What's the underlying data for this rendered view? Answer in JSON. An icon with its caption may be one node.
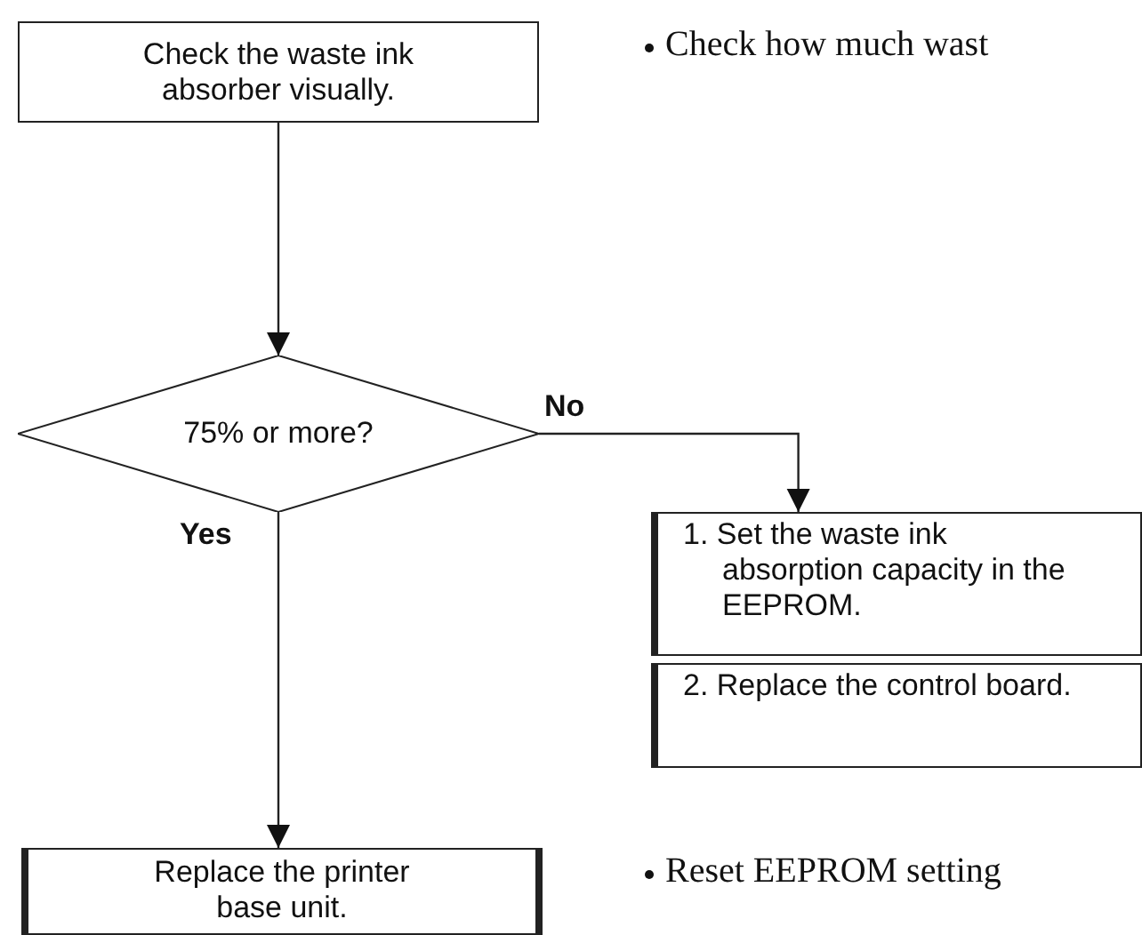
{
  "diagram": {
    "nodes": [
      {
        "text": [
          "Check the waste ink absorber visually."
        ],
        "beside": [
          "Check how much wast"
        ]
      },
      {
        "text": [
          "75% or more?"
        ]
      },
      {
        "text": [
          "1. Set the waste ink absorption capacity in the EEPROM."
        ]
      },
      {
        "text": [
          "2. Replace the control board."
        ]
      },
      {
        "text": [
          "Replace the printer base unit."
        ],
        "beside": [
          "Reset EEPROM setting"
        ]
      }
    ],
    "edges": [
      {
        "from": 0,
        "to": 1,
        "arrow": "to"
      },
      {
        "from": 1,
        "to": 2,
        "arrow": "to",
        "label": "No"
      },
      {
        "from": 1,
        "to": 4,
        "arrow": "to",
        "label": "Yes"
      }
    ]
  }
}
